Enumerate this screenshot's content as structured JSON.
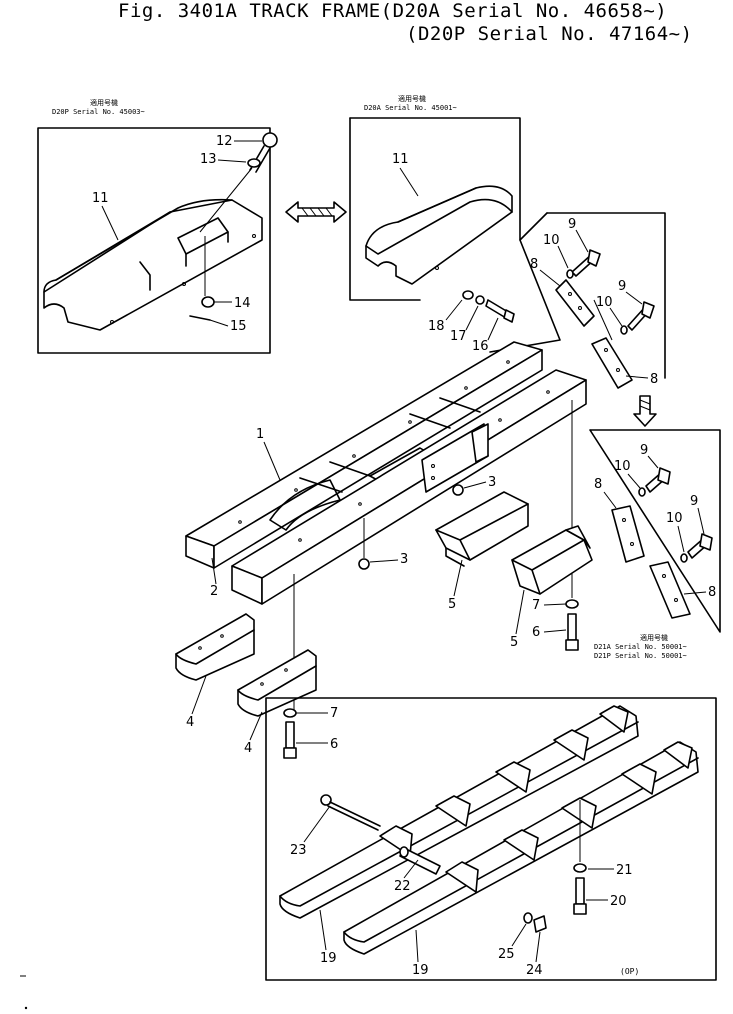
{
  "title": {
    "line1": "Fig. 3401A TRACK FRAME(D20A Serial No. 46658~)",
    "line2": "(D20P Serial No. 47164~)"
  },
  "insets": {
    "top_left": {
      "line1": "適用号機",
      "line2": "D20P  Serial  No. 45003~"
    },
    "top_mid": {
      "line1": "適用号機",
      "line2": "D20A  Serial  No. 45001~"
    },
    "right": {
      "line1": "適用号機",
      "line2": "D21A  Serial  No. 50001~",
      "line3": "D21P  Serial  No. 50001~"
    },
    "bottom": {
      "note": "(OP)"
    }
  },
  "callouts": [
    {
      "id": "c12",
      "text": "12"
    },
    {
      "id": "c13",
      "text": "13"
    },
    {
      "id": "c11a",
      "text": "11"
    },
    {
      "id": "c14",
      "text": "14"
    },
    {
      "id": "c15",
      "text": "15"
    },
    {
      "id": "c11b",
      "text": "11"
    },
    {
      "id": "c18",
      "text": "18"
    },
    {
      "id": "c17",
      "text": "17"
    },
    {
      "id": "c16",
      "text": "16"
    },
    {
      "id": "c9a",
      "text": "9"
    },
    {
      "id": "c10a",
      "text": "10"
    },
    {
      "id": "c8a",
      "text": "8"
    },
    {
      "id": "c9b",
      "text": "9"
    },
    {
      "id": "c10b",
      "text": "10"
    },
    {
      "id": "c8b",
      "text": "8"
    },
    {
      "id": "c9c",
      "text": "9"
    },
    {
      "id": "c10c",
      "text": "10"
    },
    {
      "id": "c8c",
      "text": "8"
    },
    {
      "id": "c9d",
      "text": "9"
    },
    {
      "id": "c10d",
      "text": "10"
    },
    {
      "id": "c8d",
      "text": "8"
    },
    {
      "id": "c1",
      "text": "1"
    },
    {
      "id": "c3a",
      "text": "3"
    },
    {
      "id": "c3b",
      "text": "3"
    },
    {
      "id": "c2",
      "text": "2"
    },
    {
      "id": "c5a",
      "text": "5"
    },
    {
      "id": "c5b",
      "text": "5"
    },
    {
      "id": "c7a",
      "text": "7"
    },
    {
      "id": "c6a",
      "text": "6"
    },
    {
      "id": "c4a",
      "text": "4"
    },
    {
      "id": "c4b",
      "text": "4"
    },
    {
      "id": "c7b",
      "text": "7"
    },
    {
      "id": "c6b",
      "text": "6"
    },
    {
      "id": "c23",
      "text": "23"
    },
    {
      "id": "c22",
      "text": "22"
    },
    {
      "id": "c21",
      "text": "21"
    },
    {
      "id": "c20",
      "text": "20"
    },
    {
      "id": "c19a",
      "text": "19"
    },
    {
      "id": "c19b",
      "text": "19"
    },
    {
      "id": "c25",
      "text": "25"
    },
    {
      "id": "c24",
      "text": "24"
    }
  ]
}
